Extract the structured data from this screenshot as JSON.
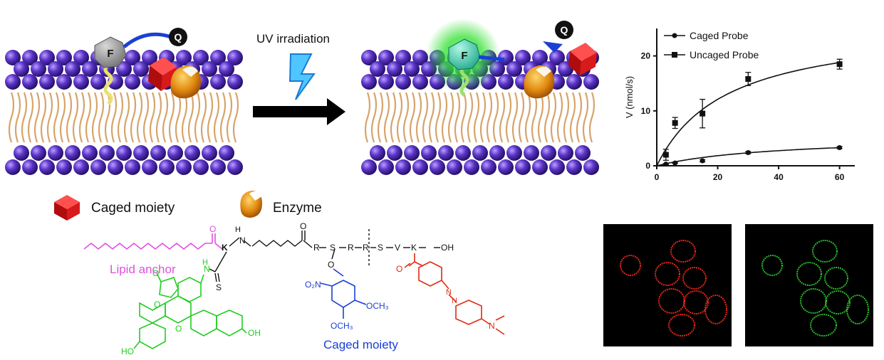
{
  "scheme": {
    "fluorophore_letter": "F",
    "quencher_letter": "Q",
    "arrow_label": "UV irradiation",
    "legend": {
      "caged_label": "Caged moiety",
      "enzyme_label": "Enzyme"
    }
  },
  "structure": {
    "lipid_label": "Lipid anchor",
    "caged_label": "Caged moiety",
    "colors": {
      "lipid": "#e050e0",
      "fluorescein": "#22cc22",
      "caged": "#1a3fd6",
      "dabcyl": "#e02a10",
      "backbone": "#111111"
    },
    "atoms": {
      "o_lipid": "O",
      "k1": "K",
      "nh_top": "H",
      "n_top": "N",
      "o_top": "O",
      "r1": "R",
      "s1": "S",
      "r2": "R",
      "r3": "R",
      "s2": "S",
      "v": "V",
      "k2": "K",
      "oh": "OH",
      "dash": "–",
      "o_link": "O",
      "nh_thio": "H",
      "n_thio": "N",
      "s_thio": "S",
      "o_lactone_c": "O",
      "o_lactone": "O",
      "o_xanthene": "O",
      "ho_left": "HO",
      "oh_right": "OH",
      "no2": "O₂N",
      "och3_right": "OCH₃",
      "och3_bottom": "OCH₃",
      "o_dab": "O",
      "n_azo1": "N",
      "n_azo2": "N",
      "n_dim": "N"
    }
  },
  "chart_data": {
    "type": "scatter",
    "xlabel": "",
    "ylabel": "V (nmol/s)",
    "xlim": [
      0,
      65
    ],
    "ylim": [
      0,
      25
    ],
    "xticks": [
      0,
      20,
      40,
      60
    ],
    "yticks": [
      0,
      10,
      20
    ],
    "legend_position": "top-left",
    "series": [
      {
        "name": "Caged Probe",
        "marker": "circle",
        "x": [
          3,
          6,
          15,
          30,
          60
        ],
        "y": [
          0.3,
          0.5,
          0.9,
          2.4,
          3.3
        ],
        "err": [
          0.1,
          0.1,
          0.2,
          0.2,
          0.2
        ],
        "fit": {
          "vmax": 5.5,
          "km": 40
        }
      },
      {
        "name": "Uncaged Probe",
        "marker": "square",
        "x": [
          3,
          6,
          15,
          30,
          60
        ],
        "y": [
          2.0,
          7.8,
          9.5,
          15.8,
          18.5
        ],
        "err": [
          1.0,
          1.0,
          2.6,
          1.2,
          0.9
        ],
        "fit": {
          "vmax": 26,
          "km": 23
        }
      }
    ]
  },
  "micrographs": [
    {
      "channel": "red",
      "color": "#ff2a1a"
    },
    {
      "channel": "green",
      "color": "#2fd02f"
    }
  ]
}
